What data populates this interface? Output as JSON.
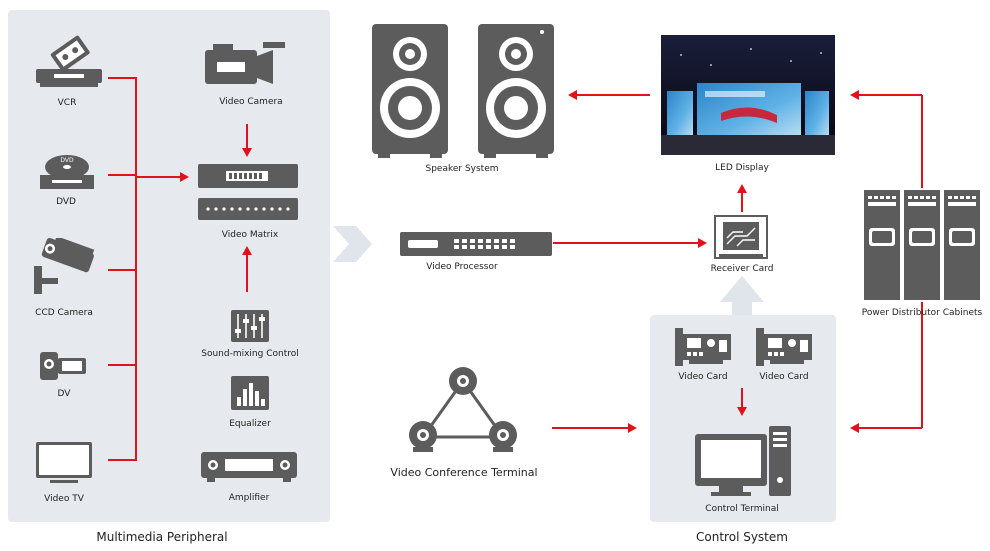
{
  "groups": {
    "multimedia": "Multimedia Peripheral",
    "control": "Control System"
  },
  "devices": {
    "vcr": "VCR",
    "dvd": "DVD",
    "ccd_camera": "CCD Camera",
    "dv": "DV",
    "video_tv": "Video TV",
    "video_camera": "Video Camera",
    "video_matrix": "Video Matrix",
    "sound_mixing": "Sound-mixing Control",
    "equalizer": "Equalizer",
    "amplifier": "Amplifier",
    "speaker_system": "Speaker System",
    "led_display": "LED Display",
    "video_processor": "Video Processor",
    "receiver_card": "Receiver Card",
    "power_cabinets": "Power Distributor Cabinets",
    "video_card_1": "Video Card",
    "video_card_2": "Video Card",
    "control_terminal": "Control Terminal",
    "conference_terminal": "Video Conference Terminal",
    "dvd_disc": "DVD"
  },
  "colors": {
    "arrow": "#e0131d",
    "icon": "#5c5c5c",
    "panel": "#e6eaee",
    "big_arrow": "#dfe5ea"
  }
}
